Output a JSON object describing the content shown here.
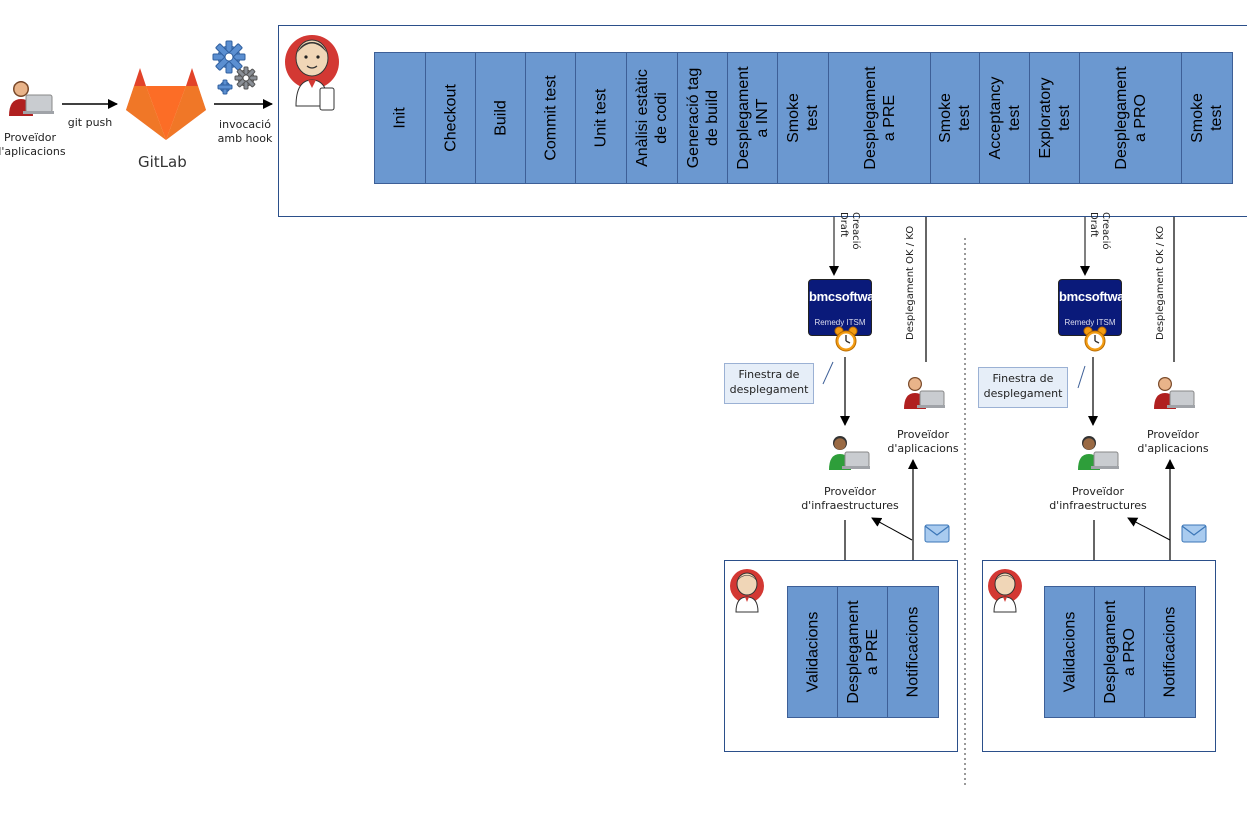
{
  "left": {
    "developer_label": "Proveïdor\nd'aplicacions",
    "git_push_label": "git push",
    "gitlab_name": "GitLab",
    "hook_label": "invocació\namb hook"
  },
  "pipeline": {
    "stages": [
      {
        "label": "Init"
      },
      {
        "label": "Checkout"
      },
      {
        "label": "Build"
      },
      {
        "label": "Commit test"
      },
      {
        "label": "Unit test"
      },
      {
        "label": "Anàlisi estàtic\nde codi"
      },
      {
        "label": "Generació tag\nde build"
      },
      {
        "label": "Desplegament\na INT"
      },
      {
        "label": "Smoke\ntest"
      },
      {
        "label": "Desplegament\na PRE"
      },
      {
        "label": "Smoke\ntest"
      },
      {
        "label": "Acceptancy\ntest"
      },
      {
        "label": "Exploratory\ntest"
      },
      {
        "label": "Desplegament\na PRO"
      },
      {
        "label": "Smoke\ntest"
      }
    ]
  },
  "flows": [
    {
      "creacio_label": "Creació\nDraft",
      "ok_ko_label": "Desplegament OK / KO",
      "bmc_logo": "bmcsoftware",
      "bmc_sub": "Remedy ITSM",
      "window_note": "Finestra de\ndesplegament",
      "app_provider_label": "Proveïdor\nd'aplicacions",
      "infra_provider_label": "Proveïdor\nd'infraestructures",
      "sub_stages": [
        {
          "label": "Validacions"
        },
        {
          "label": "Desplegament\na PRE"
        },
        {
          "label": "Notificacions"
        }
      ]
    },
    {
      "creacio_label": "Creació\nDraft",
      "ok_ko_label": "Desplegament OK / KO",
      "bmc_logo": "bmcsoftware",
      "bmc_sub": "Remedy ITSM",
      "window_note": "Finestra de\ndesplegament",
      "app_provider_label": "Proveïdor\nd'aplicacions",
      "infra_provider_label": "Proveïdor\nd'infraestructures",
      "sub_stages": [
        {
          "label": "Validacions"
        },
        {
          "label": "Desplegament\na PRO"
        },
        {
          "label": "Notificacions"
        }
      ]
    }
  ],
  "colors": {
    "stage_fill": "#6b98d0",
    "frame_border": "#2b4f8a",
    "bmc_bg": "#0a1a7a"
  }
}
